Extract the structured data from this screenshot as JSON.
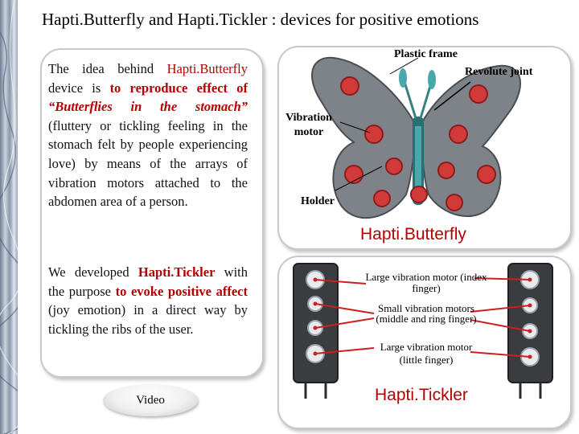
{
  "title": "Hapti.Butterfly and Hapti.Tickler : devices for positive emotions",
  "left": {
    "para1": {
      "t1": "The idea behind",
      "t2": "Hapti.Butterfly",
      "t3": "device is",
      "t4": "to reproduce effect of",
      "t5": "“Butterflies in the stomach”",
      "t6": "(fluttery or tickling feeling in the stomach felt by people experiencing love) by means of the arrays of vibration motors attached to the abdomen area of a person."
    },
    "para2": {
      "t1": "We developed",
      "t2": "Hapti.Tickler",
      "t3": "with the purpose",
      "t4": "to evoke positive affect",
      "t5": "(joy emotion) in a direct way by tickling the ribs of the user."
    },
    "video_label": "Video"
  },
  "butterfly": {
    "plastic_frame": "Plastic frame",
    "revolute_joint": "Revolute joint",
    "vibration_motor": "Vibration motor",
    "holder": "Holder",
    "caption": "Hapti.Butterfly"
  },
  "tickler": {
    "large_index": "Large vibration motor (index finger)",
    "small_middle": "Small vibration motors (middle and ring finger)",
    "large_little": "Large vibration motor (little finger)",
    "caption": "Hapti.Tickler"
  }
}
